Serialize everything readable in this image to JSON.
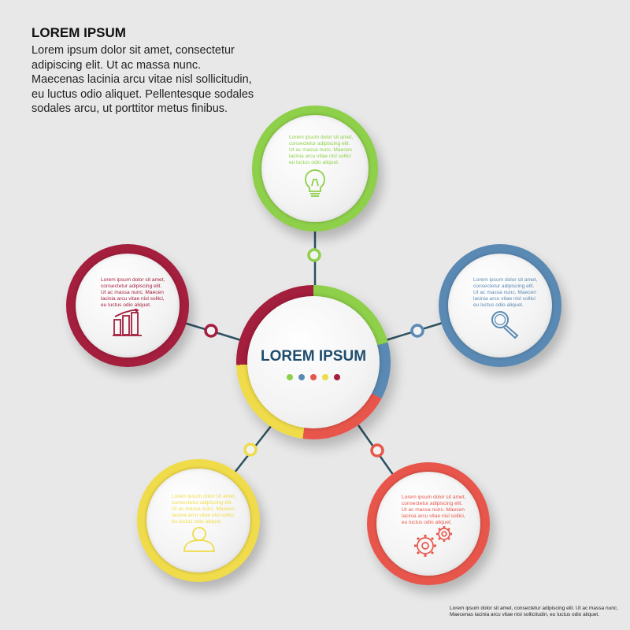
{
  "header": {
    "title": "LOREM IPSUM",
    "lines": [
      "Lorem ipsum dolor sit amet, consectetur",
      "adipiscing elit.  Ut ac massa nunc.",
      "Maecenas lacinia arcu vitae nisl sollicitudin,",
      "eu luctus odio aliquet. Pellentesque sodales",
      "sodales arcu,  ut porttitor metus finibus."
    ]
  },
  "center": {
    "title": "LOREM IPSUM",
    "dot_colors": [
      "#8ed04a",
      "#5a8ab4",
      "#e8564b",
      "#f0dc4a",
      "#a41e3d"
    ]
  },
  "nodes": {
    "green": {
      "color": "#8ed04a",
      "icon": "lightbulb-icon",
      "lines": [
        "Lorem ipsum dolor sit amet,",
        "consectetur adipiscing elit.",
        "Ut ac massa nunc. Maecen",
        "lacinia arcu vitae nisl sollici",
        "eu luctus odio aliquet."
      ]
    },
    "red": {
      "color": "#a41e3d",
      "icon": "bar-chart-icon",
      "lines": [
        "Lorem ipsum dolor sit amet,",
        "consectetur adipiscing elit.",
        "Ut ac massa nunc. Maecen",
        "lacinia arcu vitae nisl sollici,",
        "eu luctus odio aliquet."
      ]
    },
    "blue": {
      "color": "#5a8ab4",
      "icon": "magnifier-icon",
      "lines": [
        "Lorem ipsum dolor sit amet,",
        "consectetur adipiscing elit.",
        "Ut ac massa nunc. Maecen",
        "lacinia arcu vitae nisl sollici",
        "eu luctus odio aliquet."
      ]
    },
    "yellow": {
      "color": "#f0dc4a",
      "icon": "user-icon",
      "lines": [
        "Lorem ipsum dolor sit amet,",
        "consectetur adipiscing elit.",
        "Ut ac massa nunc. Maecen",
        "lacinia arcu vitae nisl sollici,",
        "eu luctus odio aliquet."
      ]
    },
    "orange": {
      "color": "#e8564b",
      "icon": "gears-icon",
      "lines": [
        "Lorem ipsum dolor sit amet,",
        "consectetur adipiscing elit.",
        "Ut ac massa nunc. Maecen",
        "lacinia arcu vitae nisl sollici,",
        "eu luctus odio aliquet."
      ]
    }
  },
  "footer": {
    "lines": [
      "Lorem ipsum dolor sit amet, consectetur adipiscing elit.  Ut ac massa nunc.",
      "Maecenas lacinia arcu vitae nisl sollicitudin,  eu luctus odio aliquet."
    ]
  }
}
